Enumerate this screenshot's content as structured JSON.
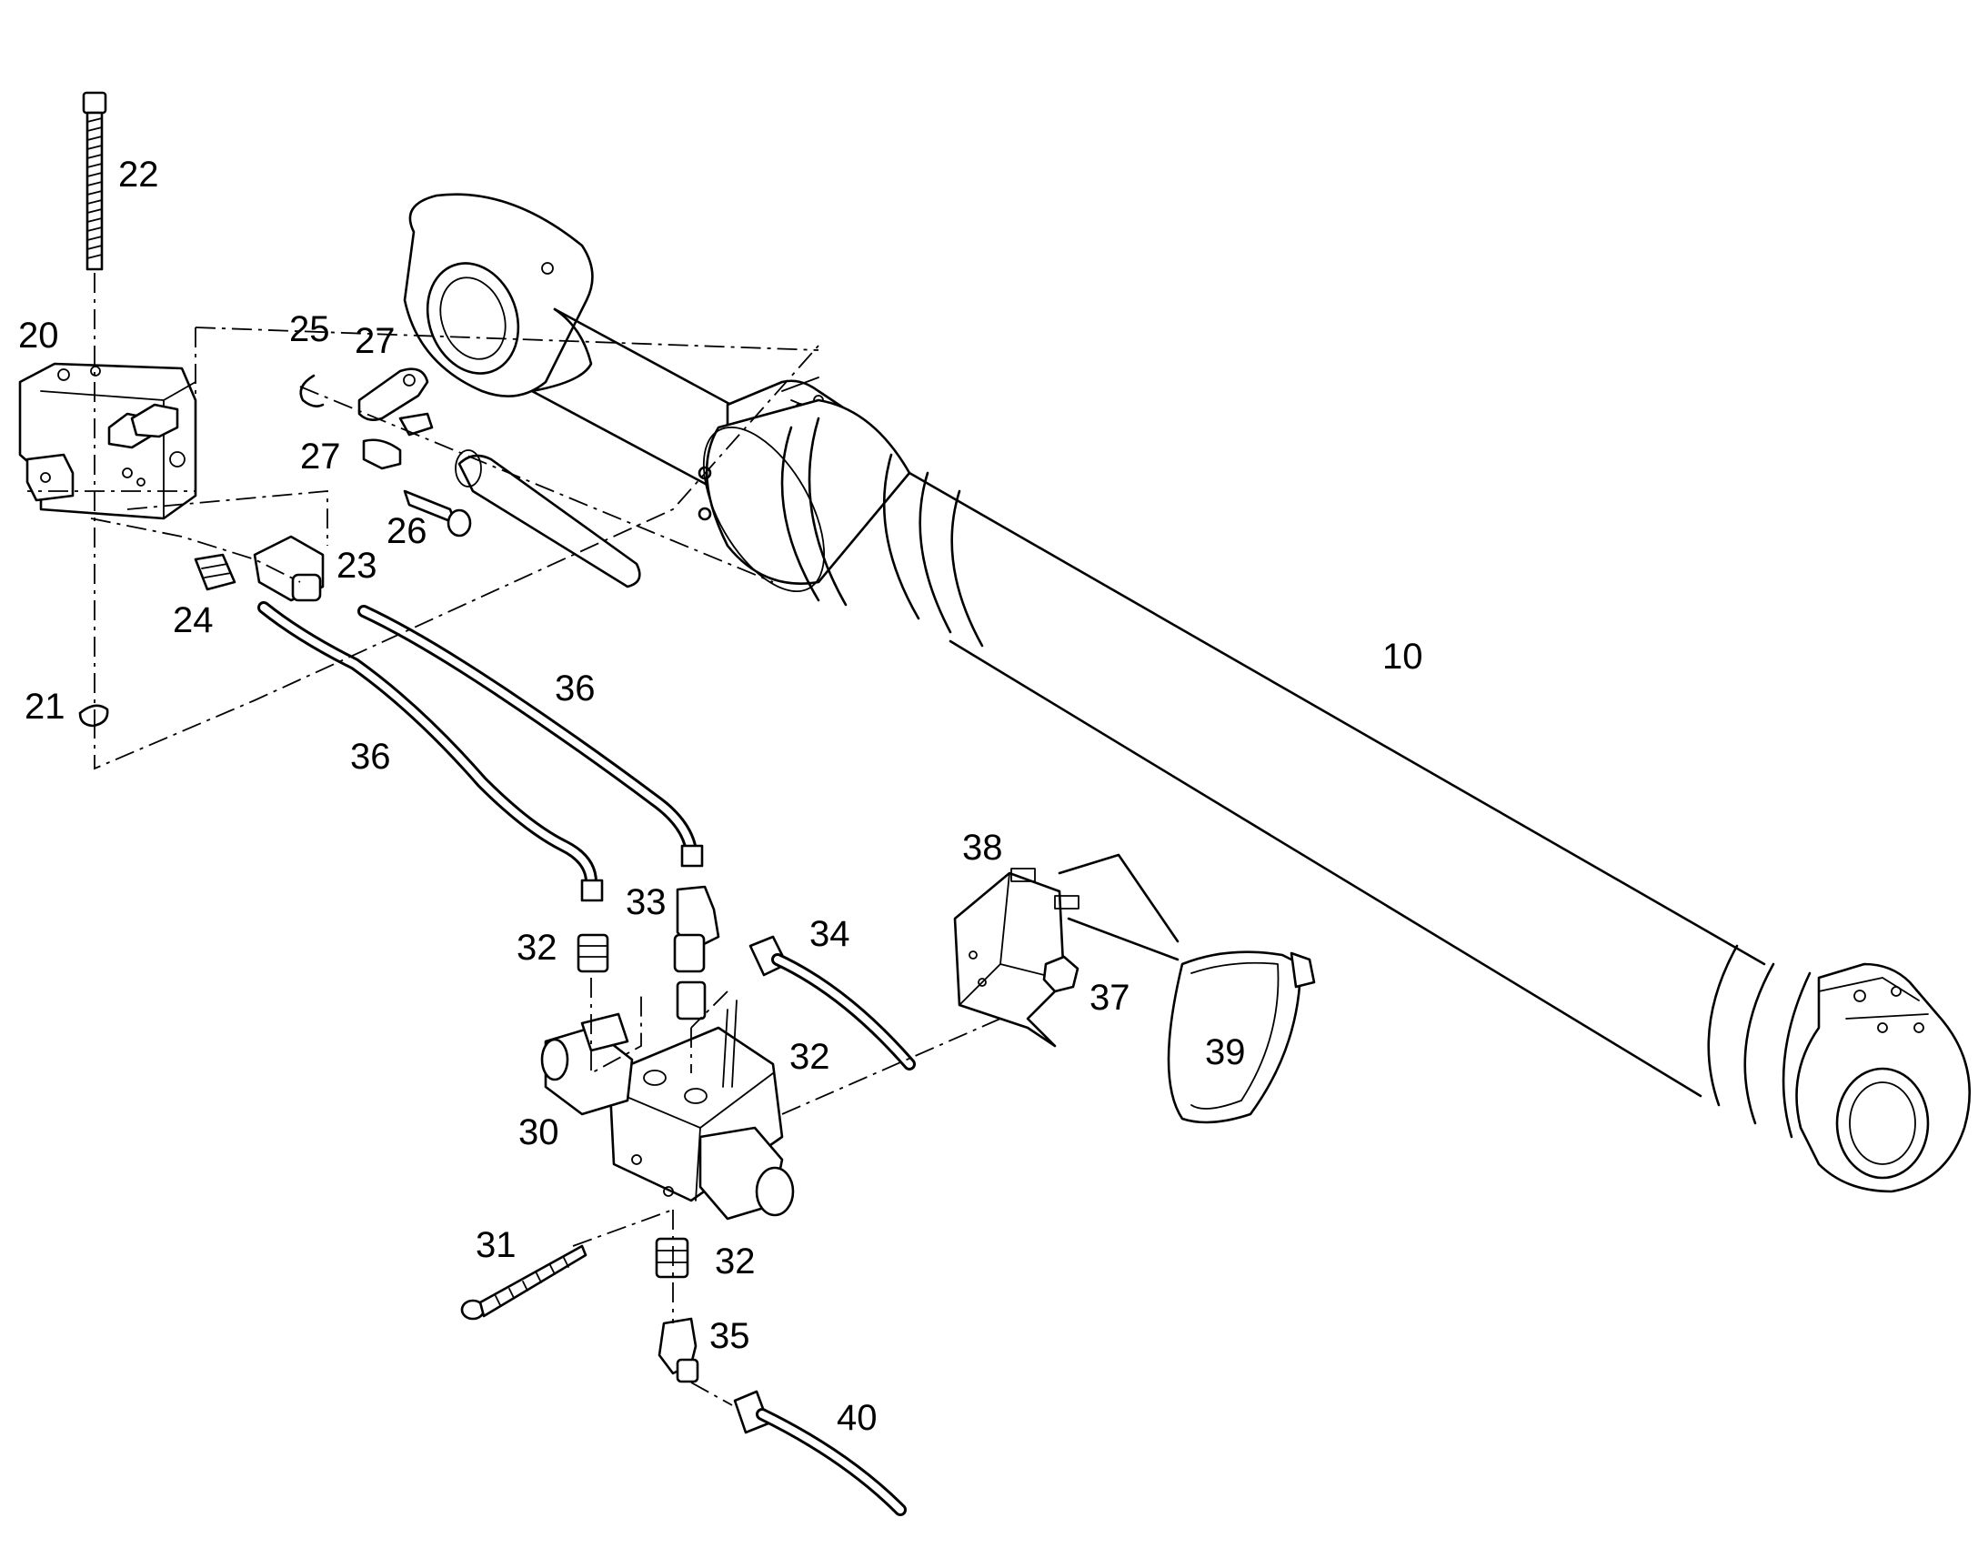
{
  "labels": {
    "p10": "10",
    "p20": "20",
    "p21": "21",
    "p22": "22",
    "p23": "23",
    "p24": "24",
    "p25": "25",
    "p26": "26",
    "p27a": "27",
    "p27b": "27",
    "p30": "30",
    "p31": "31",
    "p32a": "32",
    "p32b": "32",
    "p32c": "32",
    "p33": "33",
    "p34": "34",
    "p35": "35",
    "p36a": "36",
    "p36b": "36",
    "p37": "37",
    "p38": "38",
    "p39": "39",
    "p40": "40"
  }
}
